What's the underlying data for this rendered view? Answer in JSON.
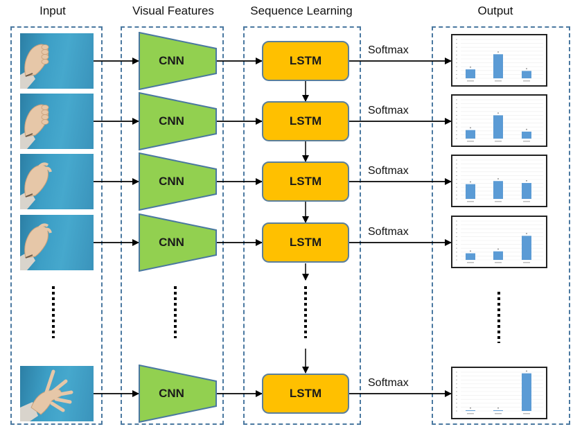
{
  "headers": {
    "input": "Input",
    "visual_features": "Visual Features",
    "sequence_learning": "Sequence Learning",
    "output": "Output"
  },
  "colors": {
    "cnn_fill": "#92d050",
    "cnn_stroke": "#4a78a0",
    "lstm_fill": "#ffc000",
    "lstm_stroke": "#5a7f9c",
    "dashed_border": "#4a78a0",
    "bar_fill": "#5b9bd5",
    "background_blue": "#3d9fc6"
  },
  "rows": [
    {
      "input_frame": "hand-fist-frame-1",
      "cnn_label": "CNN",
      "lstm_label": "LSTM",
      "edge_label": "Softmax",
      "probs": [
        0.23,
        0.62,
        0.19
      ]
    },
    {
      "input_frame": "hand-fist-frame-2",
      "cnn_label": "CNN",
      "lstm_label": "LSTM",
      "edge_label": "Softmax",
      "probs": [
        0.22,
        0.6,
        0.18
      ]
    },
    {
      "input_frame": "hand-opening-frame-3",
      "cnn_label": "CNN",
      "lstm_label": "LSTM",
      "edge_label": "Softmax",
      "probs": [
        0.38,
        0.46,
        0.41
      ]
    },
    {
      "input_frame": "hand-opening-frame-4",
      "cnn_label": "CNN",
      "lstm_label": "LSTM",
      "edge_label": "Softmax",
      "probs": [
        0.17,
        0.22,
        0.62
      ]
    },
    {
      "input_frame": "hand-open-frame-n",
      "cnn_label": "CNN",
      "lstm_label": "LSTM",
      "edge_label": "Softmax",
      "probs": [
        0.01,
        0.01,
        0.97
      ]
    }
  ],
  "ellipsis": "⋮"
}
